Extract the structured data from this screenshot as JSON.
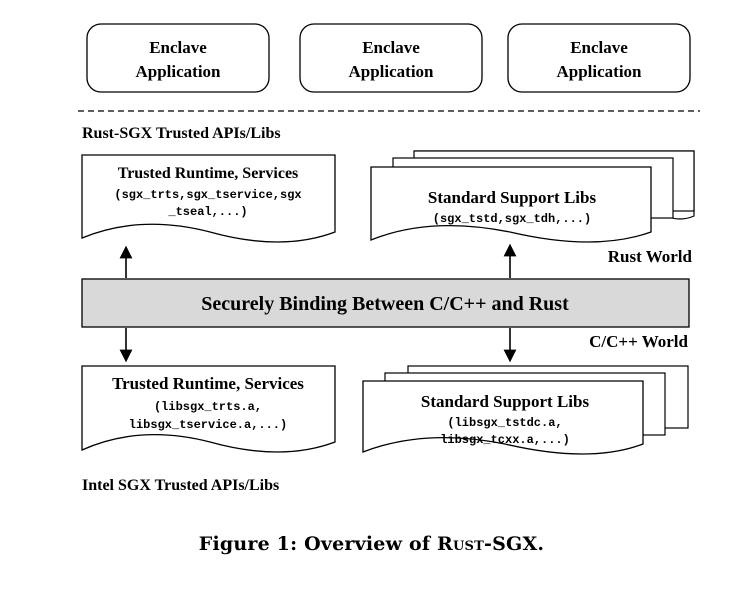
{
  "enclave_apps": [
    {
      "line1": "Enclave",
      "line2": "Application"
    },
    {
      "line1": "Enclave",
      "line2": "Application"
    },
    {
      "line1": "Enclave",
      "line2": "Application"
    }
  ],
  "rust_sgx_label": "Rust-SGX Trusted APIs/Libs",
  "rust_trusted_runtime": {
    "title": "Trusted Runtime, Services",
    "code_line1": "(sgx_trts,sgx_tservice,sgx",
    "code_line2": "_tseal,...)"
  },
  "rust_std_libs": {
    "title": "Standard Support Libs",
    "code_line1": "(sgx_tstd,sgx_tdh,...)"
  },
  "rust_world_label": "Rust World",
  "binding_bar_label": "Securely Binding Between C/C++ and Rust",
  "cpp_world_label": "C/C++ World",
  "intel_trusted_runtime": {
    "title": "Trusted Runtime, Services",
    "code_line1": "(libsgx_trts.a,",
    "code_line2": "libsgx_tservice.a,...)"
  },
  "intel_std_libs": {
    "title": "Standard Support Libs",
    "code_line1": "(libsgx_tstdc.a,",
    "code_line2": "libsgx_tcxx.a,...)"
  },
  "intel_sgx_label": "Intel SGX Trusted APIs/Libs",
  "caption": {
    "prefix": "Figure 1: Overview of ",
    "name": "Rust",
    "suffix": "-SGX."
  },
  "colors": {
    "binding_bar_fill": "#d9d9d9",
    "stroke": "#000000"
  }
}
